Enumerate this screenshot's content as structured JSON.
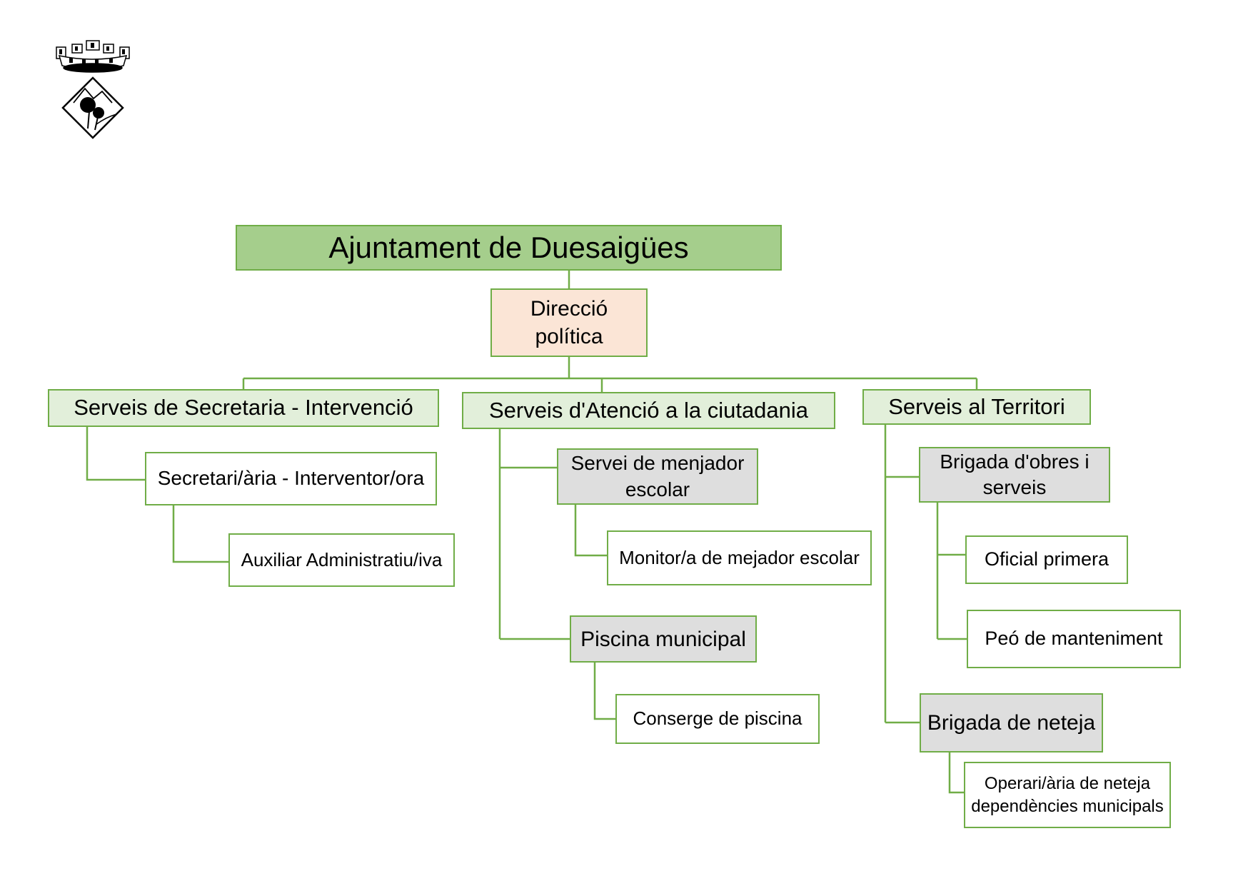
{
  "org": {
    "title": "Ajuntament de Duesaigües",
    "direction": "Direcció política",
    "branches": [
      {
        "label": "Serveis de Secretaria - Intervenció",
        "children": [
          {
            "label": "Secretari/ària - Interventor/ora",
            "children": [
              {
                "label": "Auxiliar Administratiu/iva"
              }
            ]
          }
        ]
      },
      {
        "label": "Serveis d'Atenció a la ciutadania",
        "children": [
          {
            "label": "Servei de menjador escolar",
            "children": [
              {
                "label": "Monitor/a de mejador escolar"
              }
            ]
          },
          {
            "label": "Piscina municipal",
            "children": [
              {
                "label": "Conserge de piscina"
              }
            ]
          }
        ]
      },
      {
        "label": "Serveis al Territori",
        "children": [
          {
            "label": "Brigada d'obres i serveis",
            "children": [
              {
                "label": "Oficial primera"
              },
              {
                "label": "Peó de manteniment"
              }
            ]
          },
          {
            "label": "Brigada de neteja",
            "children": [
              {
                "label": "Operari/ària de neteja dependències municipals"
              }
            ]
          }
        ]
      }
    ]
  },
  "icons": {
    "logo": "municipal-coat-of-arms-with-crown"
  },
  "colors": {
    "connector_green": "#70AD47",
    "title_fill": "#A5CE8C",
    "level2_fill": "#E2EFDA",
    "direction_fill": "#FBE5D6",
    "unit_fill": "#DEDEDE",
    "leaf_fill": "#FFFFFF",
    "text": "#000000"
  }
}
